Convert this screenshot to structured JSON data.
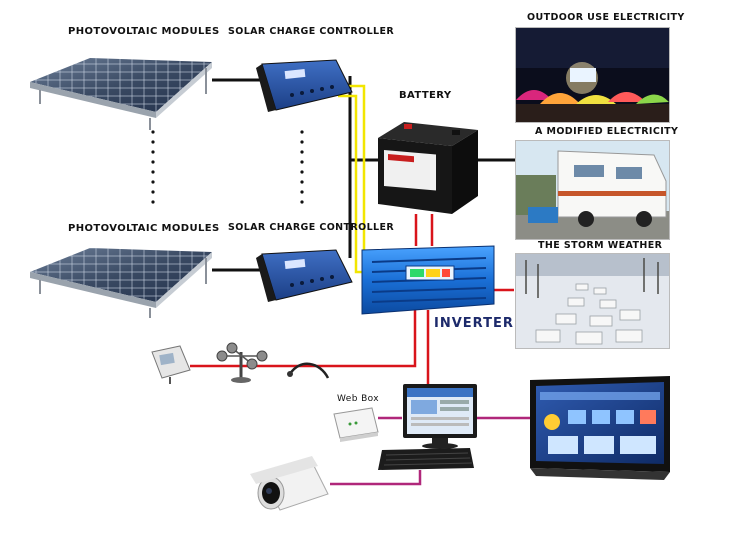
{
  "labels": {
    "pv_top": "PHOTOVOLTAIC MODULES",
    "pv_bottom": "PHOTOVOLTAIC MODULES",
    "controller_top": "SOLAR CHARGE CONTROLLER",
    "controller_bottom": "SOLAR CHARGE CONTROLLER",
    "battery": "BATTERY",
    "inverter": "INVERTER",
    "web_box": "Web Box",
    "outdoor": "OUTDOOR USE ELECTRICITY",
    "modified": "A MODIFIED ELECTRICITY",
    "storm": "THE STORM WEATHER"
  },
  "wire_colors": {
    "dc": "#111111",
    "signal": "#f2e600",
    "ac": "#d9141b",
    "data": "#b0277a"
  }
}
